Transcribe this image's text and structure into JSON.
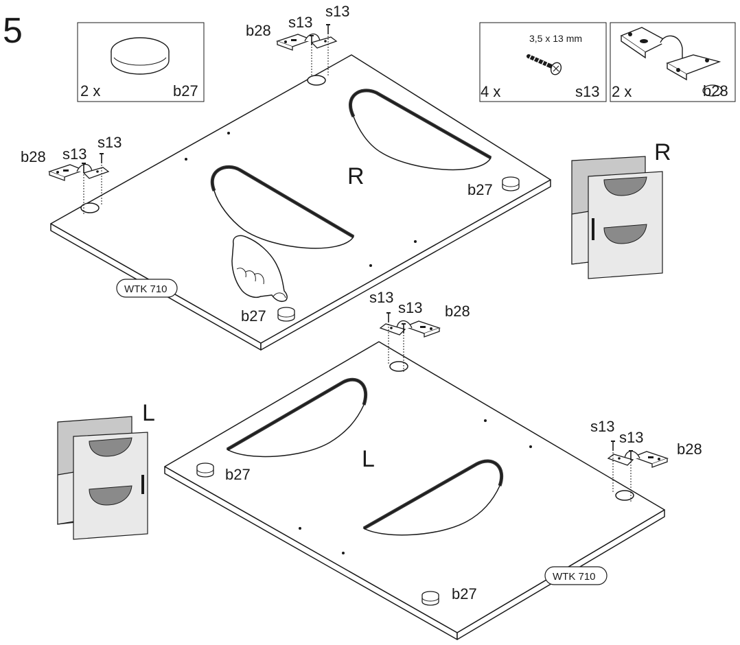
{
  "step": {
    "number": "5"
  },
  "parts_legend": [
    {
      "id": "b27",
      "qty": "2 x",
      "code": "b27",
      "spec": ""
    },
    {
      "id": "s13",
      "qty": "4 x",
      "code": "s13",
      "spec": "3,5 x 13 mm"
    },
    {
      "id": "b28",
      "qty": "2 x",
      "code": "b28",
      "spec": ""
    }
  ],
  "panels": {
    "right": {
      "side_label": "R",
      "part_tag": "WTK 710",
      "labels": {
        "hinge_top": [
          "b28",
          "s13",
          "s13"
        ],
        "hinge_left": [
          "b28",
          "s13",
          "s13"
        ],
        "bumper_right": "b27",
        "bumper_bottom": "b27"
      }
    },
    "left": {
      "side_label": "L",
      "part_tag": "WTK 710",
      "labels": {
        "hinge_top": [
          "s13",
          "s13",
          "b28"
        ],
        "hinge_right": [
          "s13",
          "s13",
          "b28"
        ],
        "bumper_left": "b27",
        "bumper_bottom": "b27"
      }
    }
  },
  "cabinet_icons": {
    "right": "R",
    "left": "L"
  },
  "icons": [
    "hinge-icon",
    "screw-icon",
    "bumper-icon",
    "hand-icon",
    "cabinet-icon"
  ]
}
